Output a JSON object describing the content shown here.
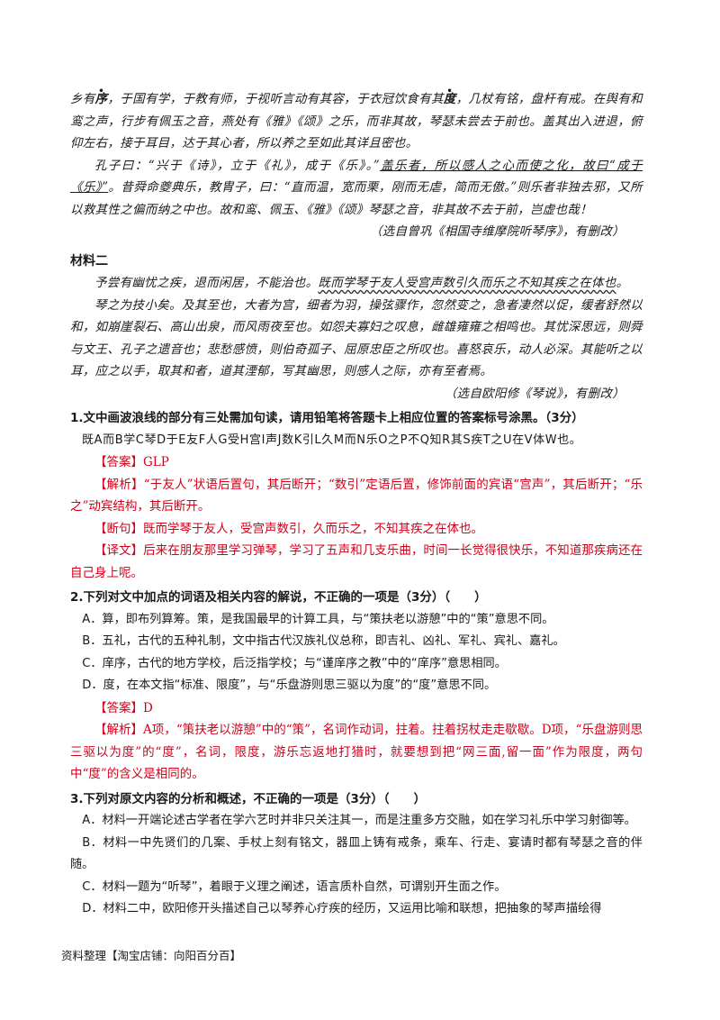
{
  "passage1": {
    "p1": {
      "a": "乡有",
      "dot1": "序",
      "b": "，于国有学，于教有师，于视听言动有其容，于衣冠饮食有其",
      "dot2": "度",
      "c": "，几杖有铭，盘杆有戒。在舆有和鸾之声，行步有佩玉之音，燕处有《雅》《颂》之乐，而非其故，琴瑟未尝去于前也。盖其出入进退，俯仰左右，接于耳目，达于其心者，所以养之至如此其详且密也。"
    },
    "p2": {
      "a": "孔子曰：“兴于《诗》，立于《礼》，成于《乐》。”",
      "underlined": "盖乐者，所以感人之心而使之化，故曰“成于《乐》”",
      "b": "。昔舜命夔典乐，教胄子，曰：“直而温，宽而栗，刚而无虐，简而无傲。”则乐者非独去邪，又所以救其性之偏而纳之中也。故和鸾、佩玉、《雅》《颂》琴瑟之音，非其故不去于前，岂虚也哉！"
    },
    "source": "（选自曾巩《相国寺维摩院听琴序》，有删改）"
  },
  "passage2": {
    "heading": "材料二",
    "p1": {
      "a": "予尝有幽忧之疾，退而闲居，不能治也。",
      "wavy": "既而学琴于友人受宫声数引久而乐之不知其疾之在体也",
      "b": "。"
    },
    "p2": "琴之为技小矣。及其至也，大者为宫，细者为羽，操弦骤作，忽然变之，急者凄然以促，缓者舒然以和，如崩崖裂石、高山出泉，而风雨夜至也。如怨夫寡妇之叹息，雌雄雍雍之相鸣也。其忧深思远，则舜与文王、孔子之遗音也；悲愁感愤，则伯奇孤子、屈原忠臣之所叹也。喜怒哀乐，动人必深。其能听之以耳，应之以手，取其和者，道其湮郁，写其幽思，则感人之际，亦有至者焉。",
    "source": "（选自欧阳修《琴说》，有删改）"
  },
  "q1": {
    "title": "1.文中画波浪线的部分有三处需加句读，请用铅笔将答题卡上相应位置的答案标号涂黑。（3分）",
    "sequence": "既A而B学C琴D于E友F人G受H宫I声J数K引L久M而N乐O之P不Q知R其S疾T之U在V体W也。",
    "answer_label": "【答案】",
    "answer": "GLP",
    "analysis_label": "【解析】",
    "analysis": "“于友人”状语后置句，其后断开；“数引”定语后置，修饰前面的宾语“宫声”，其后断开；“乐之”动宾结构，其后断开。",
    "duanju_label": "【断句】",
    "duanju": "既而学琴于友人，受宫声数引，久而乐之，不知其疾之在体也。",
    "yiwen_label": "【译文】",
    "yiwen": "后来在朋友那里学习弹琴，学习了五声和几支乐曲，时间一长觉得很快乐，不知道那疾病还在自己身上呢。"
  },
  "q2": {
    "title": "2.下列对文中加点的词语及相关内容的解说，不正确的一项是（3分）（　　）",
    "options": [
      "A．算，即布列算筹。策，是我国最早的计算工具，与“策扶老以游憩”中的“策”意思不同。",
      "B．五礼，古代的五种礼制，文中指古代汉族礼仪总称，即吉礼、凶礼、军礼、宾礼、嘉礼。",
      "C．庠序，古代的地方学校，后泛指学校；与“谨庠序之教”中的“庠序”意思相同。",
      "D．度，在本文指“标准、限度”，与“乐盘游则思三驱以为度”的“度”意思不同。"
    ],
    "answer_label": "【答案】",
    "answer": "D",
    "analysis_label": "【解析】",
    "analysis": "A项，“策扶老以游憩”中的“策”，名词作动词，拄着。拄着拐杖走走歇歇。D项，“乐盘游则思三驱以为度”的“度”，名词，限度，游乐忘返地打猎时，就要想到把“网三面,留一面”作为限度，两句中“度”的含义是相同的。"
  },
  "q3": {
    "title": "3.下列对原文内容的分析和概述，不正确的一项是（3分）（　　）",
    "options": [
      "A．材料一开端论述古学者在学六艺时并非只关注其一，而是注重多方交融，如在学习礼乐中学习射御等。",
      "B．材料一中先贤们的几案、手杖上刻有铭文，器皿上铸有戒条，乘车、行走、宴请时都有琴瑟之音的伴随。",
      "C．材料一题为“听琴”，着眼于义理之阐述，语言质朴自然，可谓别开生面之作。",
      "D．材料二中，欧阳修开头描述自己以琴养心疗疾的经历，又运用比喻和联想，把抽象的琴声描绘得"
    ]
  },
  "footer": "资料整理【淘宝店铺：向阳百分百】"
}
